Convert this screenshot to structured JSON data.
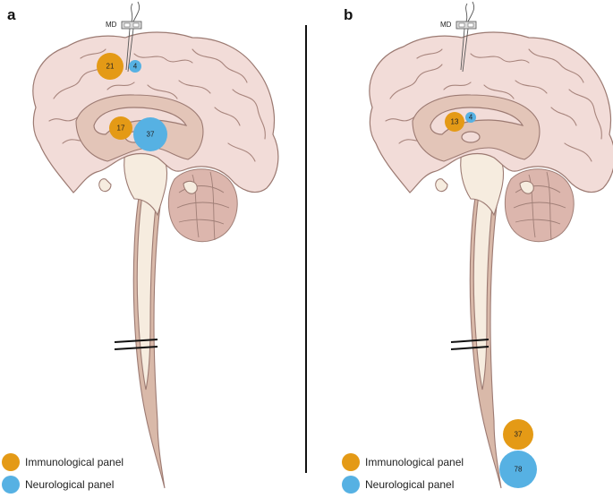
{
  "panels": [
    {
      "letter": "a",
      "md_label": "MD",
      "bubbles": [
        {
          "type": "immunological",
          "value": "21"
        },
        {
          "type": "neurological",
          "value": "4"
        },
        {
          "type": "immunological",
          "value": "17"
        },
        {
          "type": "neurological",
          "value": "37"
        }
      ],
      "legend": {
        "immunological": "Immunological panel",
        "neurological": "Neurological panel"
      }
    },
    {
      "letter": "b",
      "md_label": "MD",
      "bubbles": [
        {
          "type": "immunological",
          "value": "13"
        },
        {
          "type": "neurological",
          "value": "4"
        },
        {
          "type": "immunological",
          "value": "37"
        },
        {
          "type": "neurological",
          "value": "78"
        }
      ],
      "legend": {
        "immunological": "Immunological panel",
        "neurological": "Neurological panel"
      }
    }
  ],
  "colors": {
    "immunological": "#e49a16",
    "neurological": "#56b1e3",
    "divider": "#111111"
  }
}
